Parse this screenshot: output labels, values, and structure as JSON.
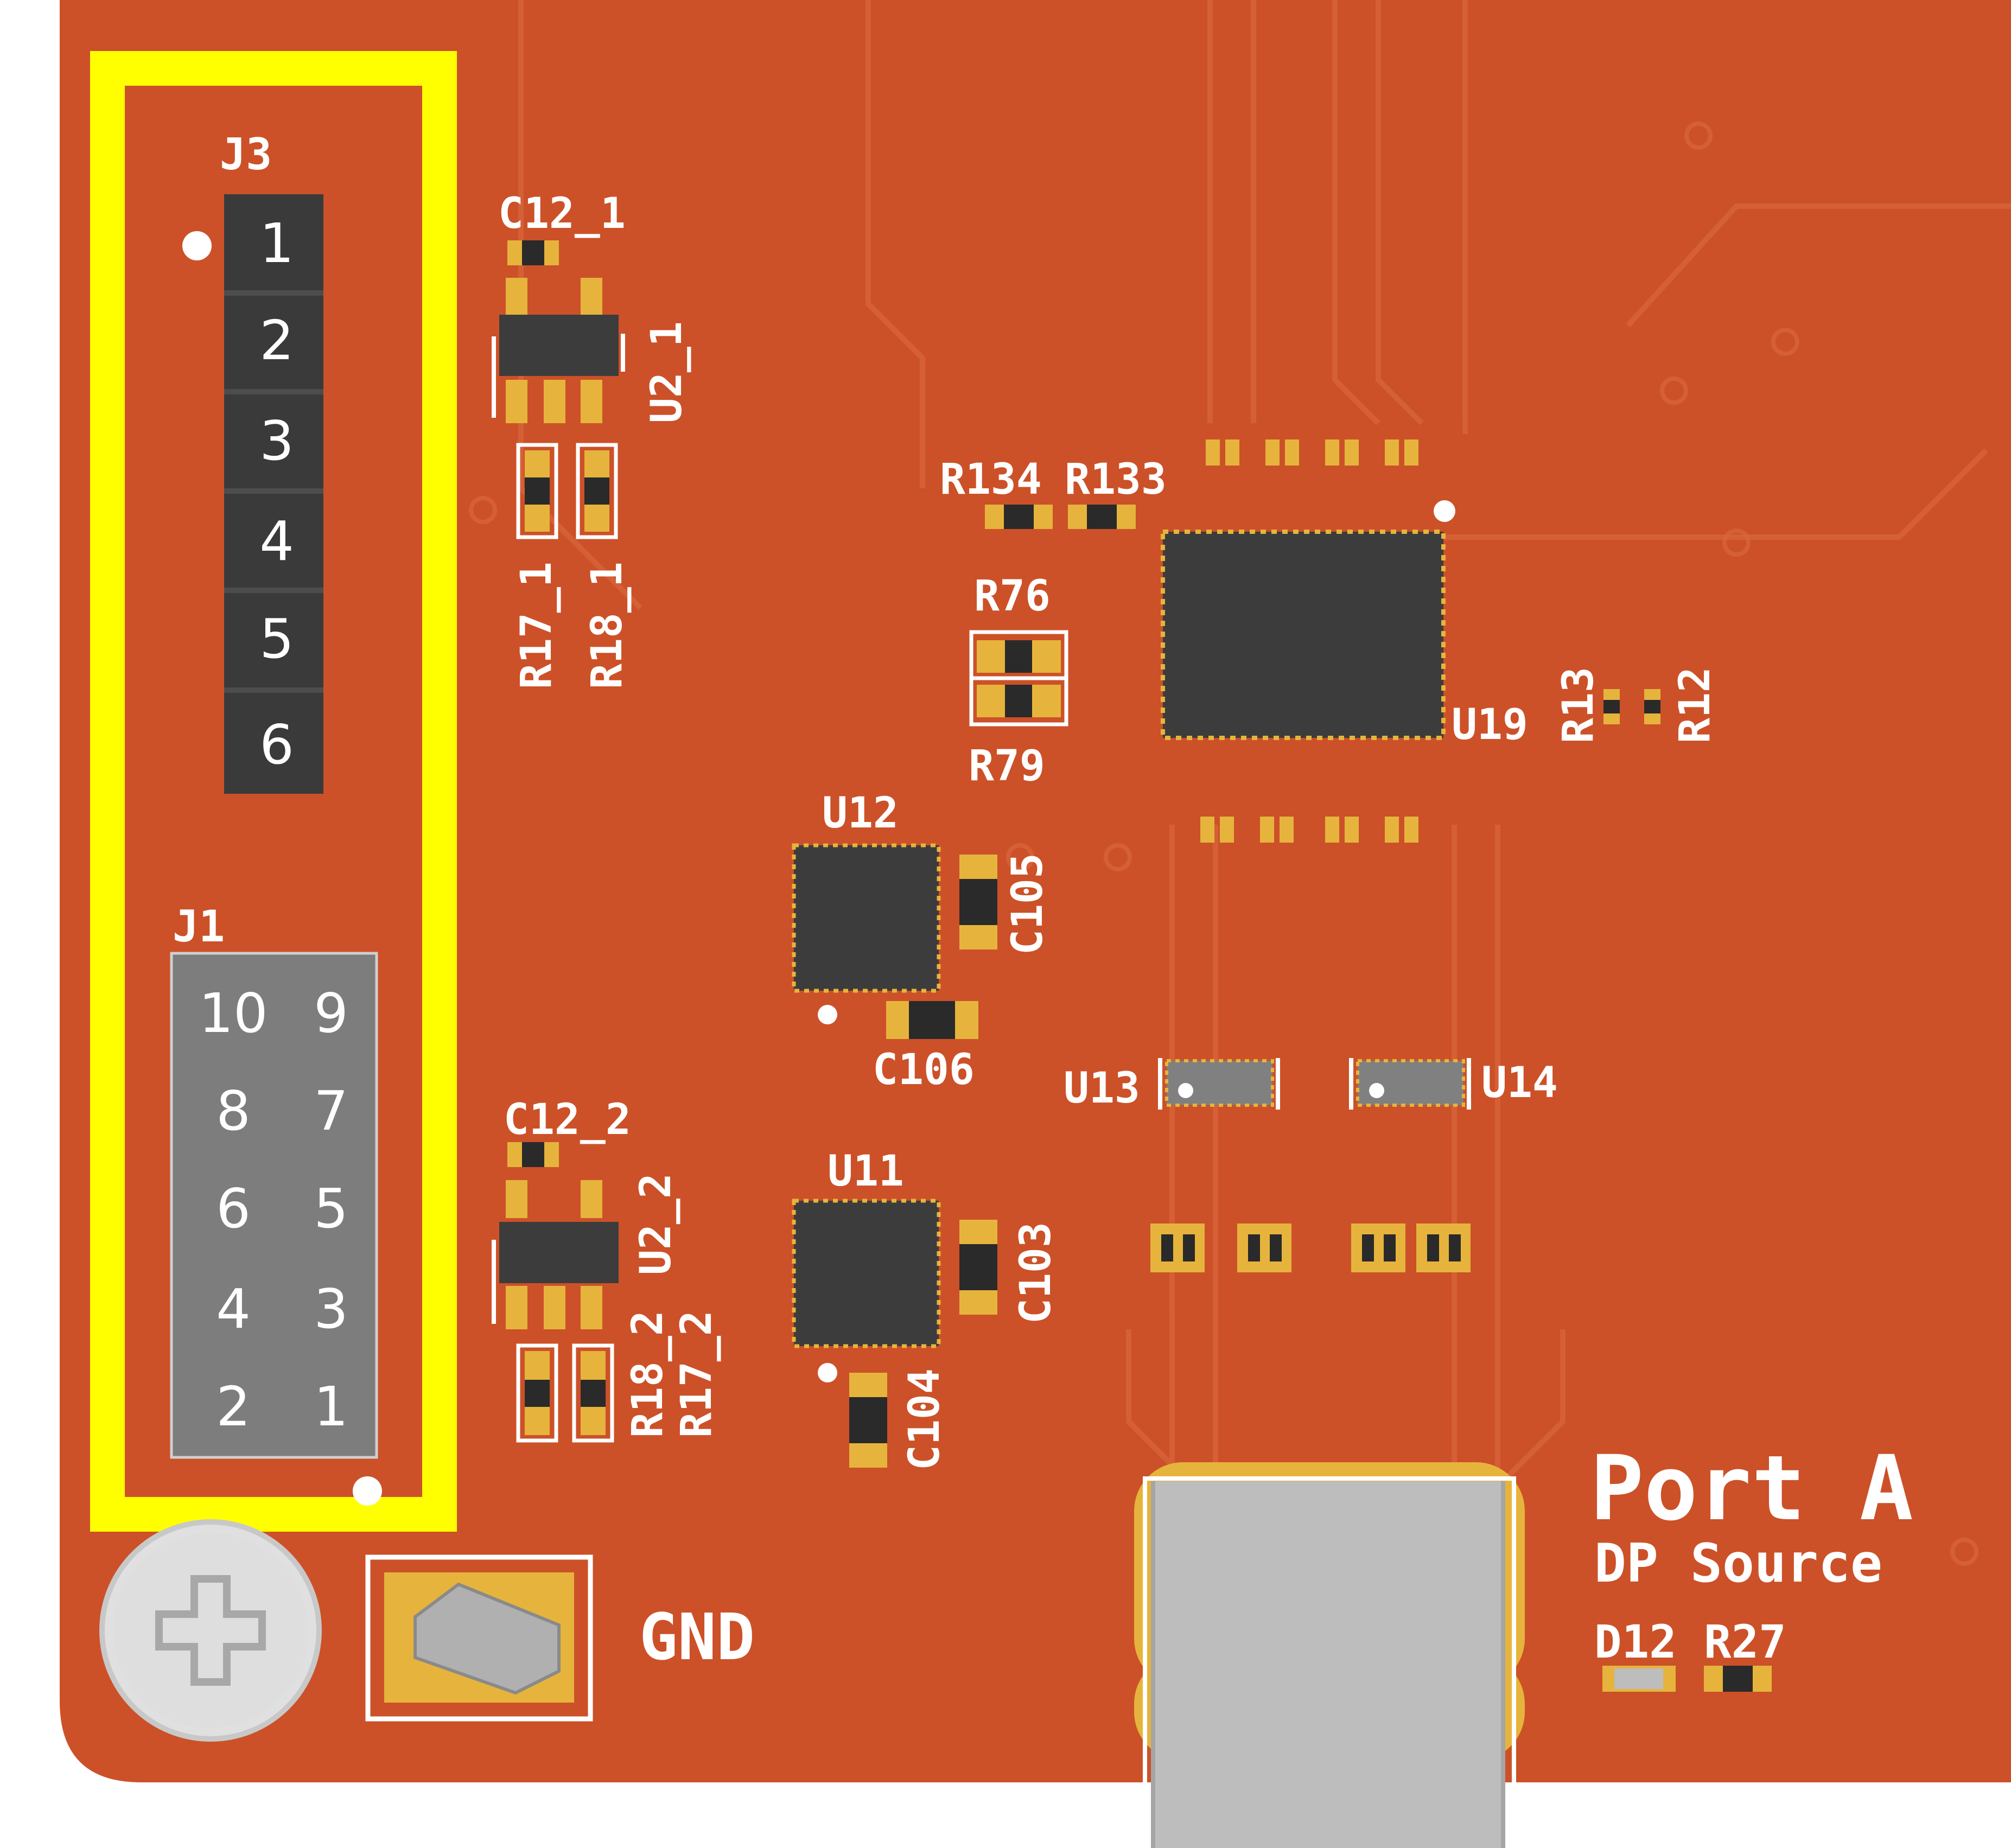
{
  "colors": {
    "board": "#cc5128",
    "trace": "#d65f36",
    "highlight": "#ffff00",
    "silkscreen": "#ffffff",
    "pad": "#e6b43c",
    "chip": "#3c3c3c",
    "connector_metal": "#bdbdbd"
  },
  "board": {
    "header_j3": {
      "designator": "J3",
      "pins": [
        "1",
        "2",
        "3",
        "4",
        "5",
        "6"
      ]
    },
    "header_j1": {
      "designator": "J1",
      "rows": [
        [
          "10",
          "9"
        ],
        [
          "8",
          "7"
        ],
        [
          "6",
          "5"
        ],
        [
          "4",
          "3"
        ],
        [
          "2",
          "1"
        ]
      ]
    },
    "labels": {
      "c12_1": "C12_1",
      "u2_1": "U2_1",
      "r17_1": "R17_1",
      "r18_1": "R18_1",
      "r134": "R134",
      "r133": "R133",
      "r76": "R76",
      "r79": "R79",
      "u19": "U19",
      "r13": "R13",
      "r12": "R12",
      "u12": "U12",
      "c105": "C105",
      "c106": "C106",
      "u13": "U13",
      "u14": "U14",
      "c12_2": "C12_2",
      "u2_2": "U2_2",
      "r18_2": "R18_2",
      "r17_2": "R17_2",
      "u11": "U11",
      "c103": "C103",
      "c104": "C104",
      "gnd": "GND",
      "port_title": "Port A",
      "port_subtitle": "DP Source",
      "d12": "D12",
      "r27": "R27"
    }
  }
}
